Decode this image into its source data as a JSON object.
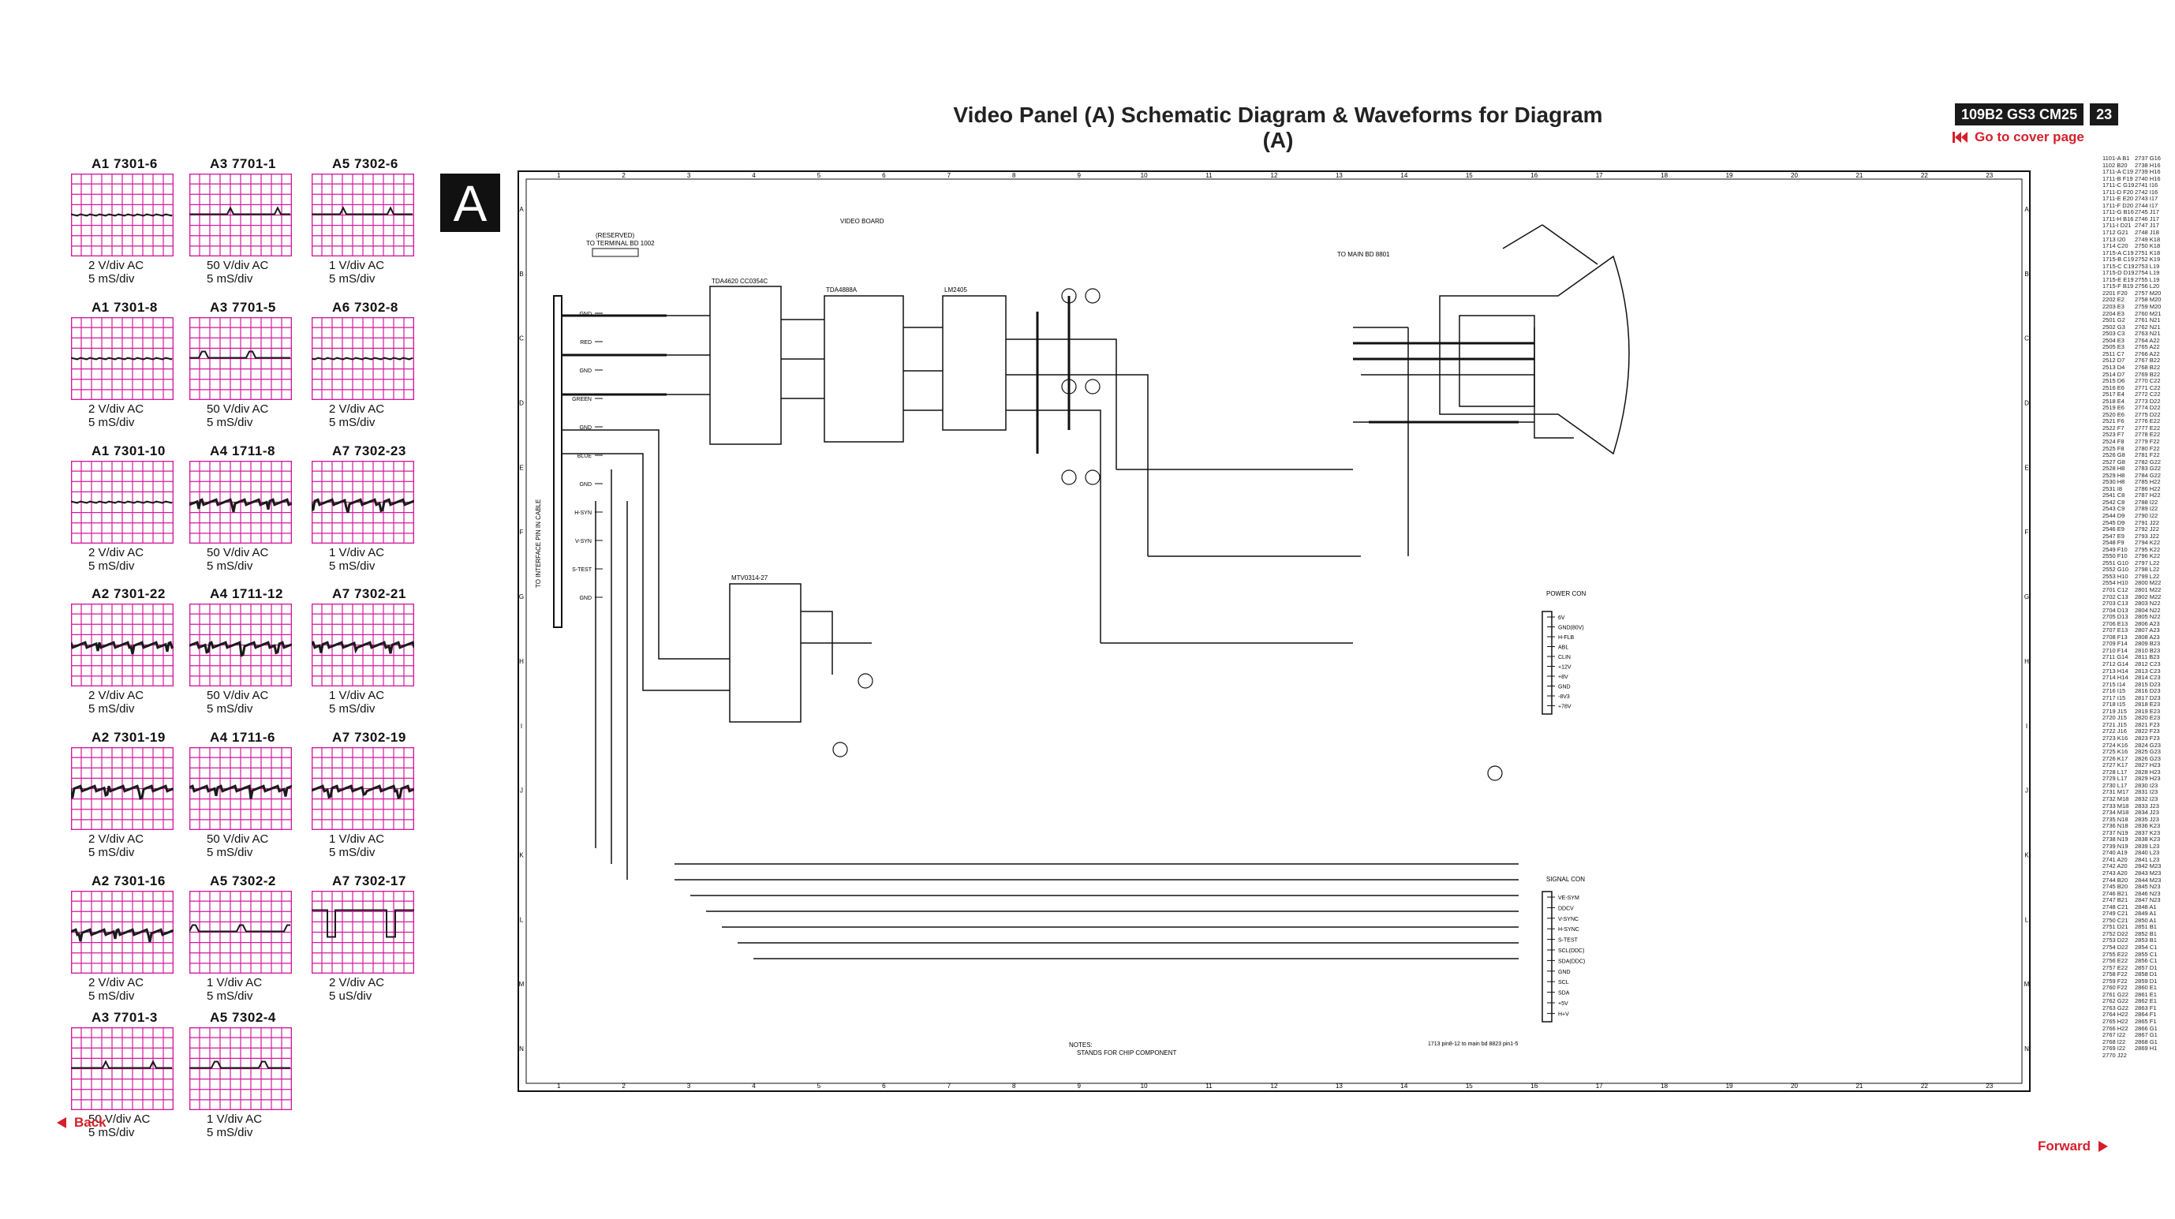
{
  "header": {
    "title": "Video Panel (A) Schematic Diagram & Waveforms for Diagram (A)",
    "model": "109B2 GS3 CM25",
    "page_number": "23",
    "cover_link": "Go to cover page"
  },
  "nav": {
    "back": "Back",
    "forward": "Forward"
  },
  "section_letter": "A",
  "colors": {
    "accent": "#d5202a",
    "scope_grid": "#d21a9c",
    "trace": "#1a1a1a"
  },
  "scopes": [
    {
      "label": "A1  7301-6",
      "scale": [
        "2 V/div  AC",
        "5 mS/div"
      ],
      "wave": "flat"
    },
    {
      "label": "A3  7701-1",
      "scale": [
        "50 V/div AC",
        "5 mS/div"
      ],
      "wave": "pulse"
    },
    {
      "label": "A5  7302-6",
      "scale": [
        "1 V/div AC",
        "5 mS/div"
      ],
      "wave": "pulse"
    },
    {
      "label": "A1  7301-8",
      "scale": [
        "2 V/div AC",
        "5 mS/div"
      ],
      "wave": "flat"
    },
    {
      "label": "A3  7701-5",
      "scale": [
        "50 V/div AC",
        "5 mS/div"
      ],
      "wave": "pulse"
    },
    {
      "label": "A6  7302-8",
      "scale": [
        "2 V/div AC",
        "5 mS/div"
      ],
      "wave": "flat"
    },
    {
      "label": "A1  7301-10",
      "scale": [
        "2 V/div AC",
        "5 mS/div"
      ],
      "wave": "flat"
    },
    {
      "label": "A4  1711-8",
      "scale": [
        "50 V/div AC",
        "5 mS/div"
      ],
      "wave": "video"
    },
    {
      "label": "A7  7302-23",
      "scale": [
        "1 V/div AC",
        "5 mS/div"
      ],
      "wave": "video"
    },
    {
      "label": "A2  7301-22",
      "scale": [
        "2 V/div AC",
        "5 mS/div"
      ],
      "wave": "video"
    },
    {
      "label": "A4  1711-12",
      "scale": [
        "50 V/div AC",
        "5 mS/div"
      ],
      "wave": "video"
    },
    {
      "label": "A7  7302-21",
      "scale": [
        "1 V/div AC",
        "5 mS/div"
      ],
      "wave": "video"
    },
    {
      "label": "A2  7301-19",
      "scale": [
        "2 V/div AC",
        "5 mS/div"
      ],
      "wave": "video"
    },
    {
      "label": "A4  1711-6",
      "scale": [
        "50 V/div AC",
        "5 mS/div"
      ],
      "wave": "video"
    },
    {
      "label": "A7  7302-19",
      "scale": [
        "1 V/div AC",
        "5 mS/div"
      ],
      "wave": "video"
    },
    {
      "label": "A2  7301-16",
      "scale": [
        "2 V/div AC",
        "5 mS/div"
      ],
      "wave": "video"
    },
    {
      "label": "A5  7302-2",
      "scale": [
        "1 V/div AC",
        "5 mS/div"
      ],
      "wave": "pulse"
    },
    {
      "label": "A7  7302-17",
      "scale": [
        "2 V/div AC",
        "5 uS/div"
      ],
      "wave": "square"
    },
    {
      "label": "A3  7701-3",
      "scale": [
        "50 V/div AC",
        "5 mS/div"
      ],
      "wave": "pulse"
    },
    {
      "label": "A5  7302-4",
      "scale": [
        "1 V/div AC",
        "5 mS/div"
      ],
      "wave": "pulse"
    }
  ],
  "schematic": {
    "columns": [
      "1",
      "2",
      "3",
      "4",
      "5",
      "6",
      "7",
      "8",
      "9",
      "10",
      "11",
      "12",
      "13",
      "14",
      "15",
      "16",
      "17",
      "18",
      "19",
      "20",
      "21",
      "22",
      "23"
    ],
    "rows": [
      "A",
      "B",
      "C",
      "D",
      "E",
      "F",
      "G",
      "H",
      "I",
      "J",
      "K",
      "L",
      "M",
      "N"
    ],
    "labels": {
      "reserved": "(RESERVED)",
      "terminal": "TO TERMINAL BD 1002",
      "video_board": "VIDEO BOARD",
      "ic_tda4620": "TDA4620 CC0354C",
      "ic_tda4888": "TDA4888A",
      "ic_lm2405": "LM2405",
      "ic_mtv": "MTV0314-27",
      "main_bd": "TO MAIN BD 8801",
      "power_con": "POWER CON",
      "signal_con": "SIGNAL CON",
      "interface": "TO INTERFACE PIN IN CABLE",
      "notes_title": "NOTES:",
      "notes_text": "STANDS FOR CHIP COMPONENT",
      "footer_note": "1713 pin8-12 to main bd 8823 pin1-5",
      "pins_left": [
        "GND",
        "RED",
        "GND",
        "GREEN",
        "GND",
        "BLUE",
        "GND",
        "H-SYN",
        "V-SYN",
        "S-TEST",
        "GND"
      ],
      "pins_power": [
        "6V",
        "GND(80V)",
        "H-FLB",
        "ABL",
        "CLIN",
        "+12V",
        "+8V",
        "GND",
        "-8V3",
        "+78V"
      ],
      "pins_signal": [
        "VE-SYM",
        "DDCV",
        "V-SYNC",
        "H-SYNC",
        "S-TEST",
        "SCL(DDC)",
        "SDA(DDC)",
        "GND",
        "SCL",
        "SDA",
        "+5V",
        "H+V"
      ]
    }
  },
  "parts_list": {
    "col1": [
      "1101-A B1",
      "1102 B20",
      "1711-A C19",
      "1711-B F19",
      "1711-C G19",
      "1711-D F20",
      "1711-E E20",
      "1711-F D20",
      "1711-G B16",
      "1711-H B16",
      "1711-I D21",
      "1712 G21",
      "1713 I20",
      "1714 C20",
      "1715-A C19",
      "1715-B C19",
      "1715-C C19",
      "1715-D D19",
      "1715-E E19",
      "1715-F B19",
      "2201 F20",
      "2202 E2",
      "2203 E3",
      "2204 E3",
      "2501 G2",
      "2502 G3",
      "2503 C3",
      "2504 E3",
      "2505 E3",
      "2511 C7",
      "2512 D7",
      "2513 D4",
      "2514 D7",
      "2515 D6",
      "2516 E6",
      "2517 E4",
      "2518 E4",
      "2519 E6",
      "2520 E6",
      "2521 F6",
      "2522 F7",
      "2523 F7",
      "2524 F8",
      "2525 F8",
      "2526 G8",
      "2527 G8",
      "2528 H8",
      "2529 H8",
      "2530 H8",
      "2531 I8",
      "2541 C8",
      "2542 C8",
      "2543 C9",
      "2544 D9",
      "2545 D9",
      "2546 E9",
      "2547 E9",
      "2548 F9",
      "2549 F10",
      "2550 F10",
      "2551 G10",
      "2552 G10",
      "2553 H10",
      "2554 H10",
      "2701 C12",
      "2702 C13",
      "2703 C13",
      "2704 D13",
      "2705 D13",
      "2706 E13",
      "2707 E13",
      "2708 F13",
      "2709 F14",
      "2710 F14",
      "2711 G14",
      "2712 G14",
      "2713 H14",
      "2714 H14",
      "2715 I14",
      "2716 I15",
      "2717 I15",
      "2718 I15",
      "2719 J15",
      "2720 J15",
      "2721 J15",
      "2722 J16",
      "2723 K16",
      "2724 K16",
      "2725 K16",
      "2726 K17",
      "2727 K17",
      "2728 L17",
      "2729 L17",
      "2730 L17",
      "2731 M17",
      "2732 M18",
      "2733 M18",
      "2734 M18",
      "2735 N18",
      "2736 N18",
      "2737 N19",
      "2738 N19",
      "2739 N19",
      "2740 A19",
      "2741 A20",
      "2742 A20",
      "2743 A20",
      "2744 B20",
      "2745 B20",
      "2746 B21",
      "2747 B21",
      "2748 C21",
      "2749 C21",
      "2750 C21",
      "2751 D21",
      "2752 D22",
      "2753 D22",
      "2754 D22",
      "2755 E22",
      "2756 E22",
      "2757 E22",
      "2758 F22",
      "2759 F22",
      "2760 F22",
      "2761 G22",
      "2762 G22",
      "2763 G22",
      "2764 H22",
      "2765 H22",
      "2766 H22",
      "2767 I22",
      "2768 I22",
      "2769 I22",
      "2770 J22"
    ],
    "col2": [
      "2737 G16",
      "2738 H16",
      "2739 H16",
      "2740 H16",
      "2741 I16",
      "2742 I16",
      "2743 I17",
      "2744 I17",
      "2745 J17",
      "2746 J17",
      "2747 J17",
      "2748 J18",
      "2749 K18",
      "2750 K18",
      "2751 K18",
      "2752 K19",
      "2753 L19",
      "2754 L19",
      "2755 L19",
      "2756 L20",
      "2757 M20",
      "2758 M20",
      "2759 M20",
      "2760 M21",
      "2761 N21",
      "2762 N21",
      "2763 N21",
      "2764 A22",
      "2765 A22",
      "2766 A22",
      "2767 B22",
      "2768 B22",
      "2769 B22",
      "2770 C22",
      "2771 C22",
      "2772 C22",
      "2773 D22",
      "2774 D22",
      "2775 D22",
      "2776 E22",
      "2777 E22",
      "2778 E22",
      "2779 F22",
      "2780 F22",
      "2781 F22",
      "2782 G22",
      "2783 G22",
      "2784 G22",
      "2785 H22",
      "2786 H22",
      "2787 H22",
      "2788 I22",
      "2789 I22",
      "2790 I22",
      "2791 J22",
      "2792 J22",
      "2793 J22",
      "2794 K22",
      "2795 K22",
      "2796 K22",
      "2797 L22",
      "2798 L22",
      "2799 L22",
      "2800 M22",
      "2801 M22",
      "2802 M22",
      "2803 N22",
      "2804 N22",
      "2805 N22",
      "2806 A23",
      "2807 A23",
      "2808 A23",
      "2809 B23",
      "2810 B23",
      "2811 B23",
      "2812 C23",
      "2813 C23",
      "2814 C23",
      "2815 D23",
      "2816 D23",
      "2817 D23",
      "2818 E23",
      "2819 E23",
      "2820 E23",
      "2821 F23",
      "2822 F23",
      "2823 F23",
      "2824 G23",
      "2825 G23",
      "2826 G23",
      "2827 H23",
      "2828 H23",
      "2829 H23",
      "2830 I23",
      "2831 I23",
      "2832 I23",
      "2833 J23",
      "2834 J23",
      "2835 J23",
      "2836 K23",
      "2837 K23",
      "2838 K23",
      "2839 L23",
      "2840 L23",
      "2841 L23",
      "2842 M23",
      "2843 M23",
      "2844 M23",
      "2845 N23",
      "2846 N23",
      "2847 N23",
      "2848 A1",
      "2849 A1",
      "2850 A1",
      "2851 B1",
      "2852 B1",
      "2853 B1",
      "2854 C1",
      "2855 C1",
      "2856 C1",
      "2857 D1",
      "2858 D1",
      "2859 D1",
      "2860 E1",
      "2861 E1",
      "2862 E1",
      "2863 F1",
      "2864 F1",
      "2865 F1",
      "2866 G1",
      "2867 G1",
      "2868 G1",
      "2869 H1"
    ]
  }
}
